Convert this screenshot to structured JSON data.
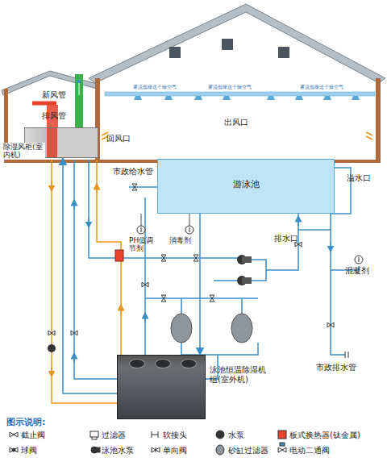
{
  "diagram": {
    "nodes": [
      {
        "text": [
          "除湿风柜(室内机)"
        ]
      },
      {
        "text": [
          "游泳池"
        ]
      },
      {
        "text": [
          "泳池恒温除湿机组(室外机)"
        ]
      }
    ],
    "edges": [
      {
        "from": 2,
        "to": 0,
        "arrow": "to"
      },
      {
        "from": 1,
        "to": 2,
        "arrow": "to"
      }
    ],
    "labels": [
      "新风管",
      "排风管",
      "回风口",
      "出风口",
      "雾流低噪送干燥空气",
      "雾流低噪送干燥空气",
      "雾流低噪送干燥空气",
      "溢水口",
      "市政给水管",
      "PH值调节剂",
      "消毒剂",
      "排水口",
      "混凝剂",
      "市政排水管",
      "图示说明:"
    ],
    "legend": [
      {
        "text": "截止阀"
      },
      {
        "text": "过滤器"
      },
      {
        "text": "软接头"
      },
      {
        "text": "水泵"
      },
      {
        "text": "板式换热器(钛金属)"
      },
      {
        "text": "球阀"
      },
      {
        "text": "泳池水泵"
      },
      {
        "text": "单向阀"
      },
      {
        "text": "砂缸过滤器"
      },
      {
        "text": "电动二通阀"
      }
    ]
  }
}
